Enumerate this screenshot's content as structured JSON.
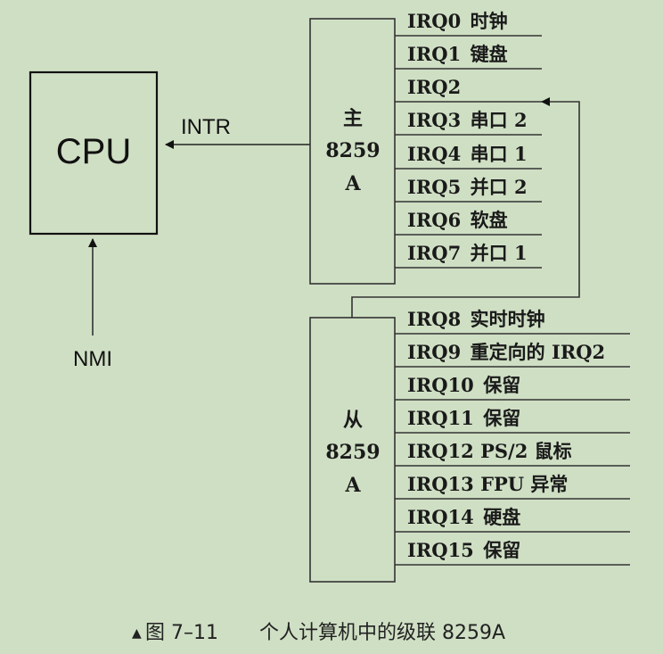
{
  "diagram": {
    "cpu": {
      "label": "CPU"
    },
    "intr_label": "INTR",
    "nmi_label": "NMI",
    "master": {
      "label_lines": [
        "主",
        "8259",
        "A"
      ],
      "irqs": [
        {
          "irq": "IRQ0",
          "desc": "时钟"
        },
        {
          "irq": "IRQ1",
          "desc": "键盘"
        },
        {
          "irq": "IRQ2",
          "desc": ""
        },
        {
          "irq": "IRQ3",
          "desc": "串口 2"
        },
        {
          "irq": "IRQ4",
          "desc": "串口 1"
        },
        {
          "irq": "IRQ5",
          "desc": "并口 2"
        },
        {
          "irq": "IRQ6",
          "desc": "软盘"
        },
        {
          "irq": "IRQ7",
          "desc": "并口 1"
        }
      ]
    },
    "slave": {
      "label_lines": [
        "从",
        "8259",
        "A"
      ],
      "irqs": [
        {
          "irq": "IRQ8",
          "desc": "实时时钟"
        },
        {
          "irq": "IRQ9",
          "desc": "重定向的 IRQ2"
        },
        {
          "irq": "IRQ10",
          "desc": "保留"
        },
        {
          "irq": "IRQ11",
          "desc": "保留"
        },
        {
          "irq": "IRQ12",
          "desc": "PS/2 鼠标"
        },
        {
          "irq": "IRQ13",
          "desc": "FPU 异常"
        },
        {
          "irq": "IRQ14",
          "desc": "硬盘"
        },
        {
          "irq": "IRQ15",
          "desc": "保留"
        }
      ]
    },
    "cascade_target": "IRQ2"
  },
  "caption": {
    "marker": "▲",
    "figure_no": "图 7–11",
    "title": "个人计算机中的级联 8259A"
  },
  "colors": {
    "background": "#cfdfc4",
    "line": "#333333"
  }
}
